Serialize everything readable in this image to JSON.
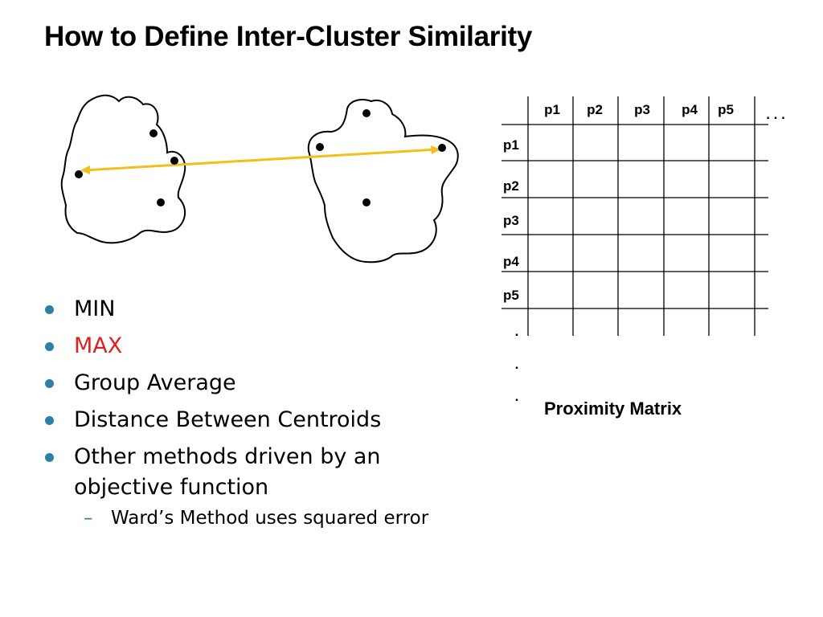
{
  "slide": {
    "title": "How to Define Inter-Cluster Similarity"
  },
  "bullets": [
    {
      "text": "MIN",
      "color": "#000000"
    },
    {
      "text": "MAX",
      "color": "#e02020"
    },
    {
      "text": "Group Average",
      "color": "#000000"
    },
    {
      "text": "Distance Between Centroids",
      "color": "#000000"
    },
    {
      "text": "Other methods driven by an objective function",
      "color": "#000000",
      "sub": [
        "Ward’s Method uses squared error"
      ]
    }
  ],
  "bullet_color": "#2e7fa6",
  "connector_color": "#f2c118",
  "matrix": {
    "col_headers": [
      "p1",
      "p2",
      "p3",
      "p4",
      "p5"
    ],
    "row_headers": [
      "p1",
      "p2",
      "p3",
      "p4",
      "p5"
    ],
    "col_ellipsis": ". . .",
    "row_ellipsis": ".",
    "caption": "Proximity Matrix"
  }
}
